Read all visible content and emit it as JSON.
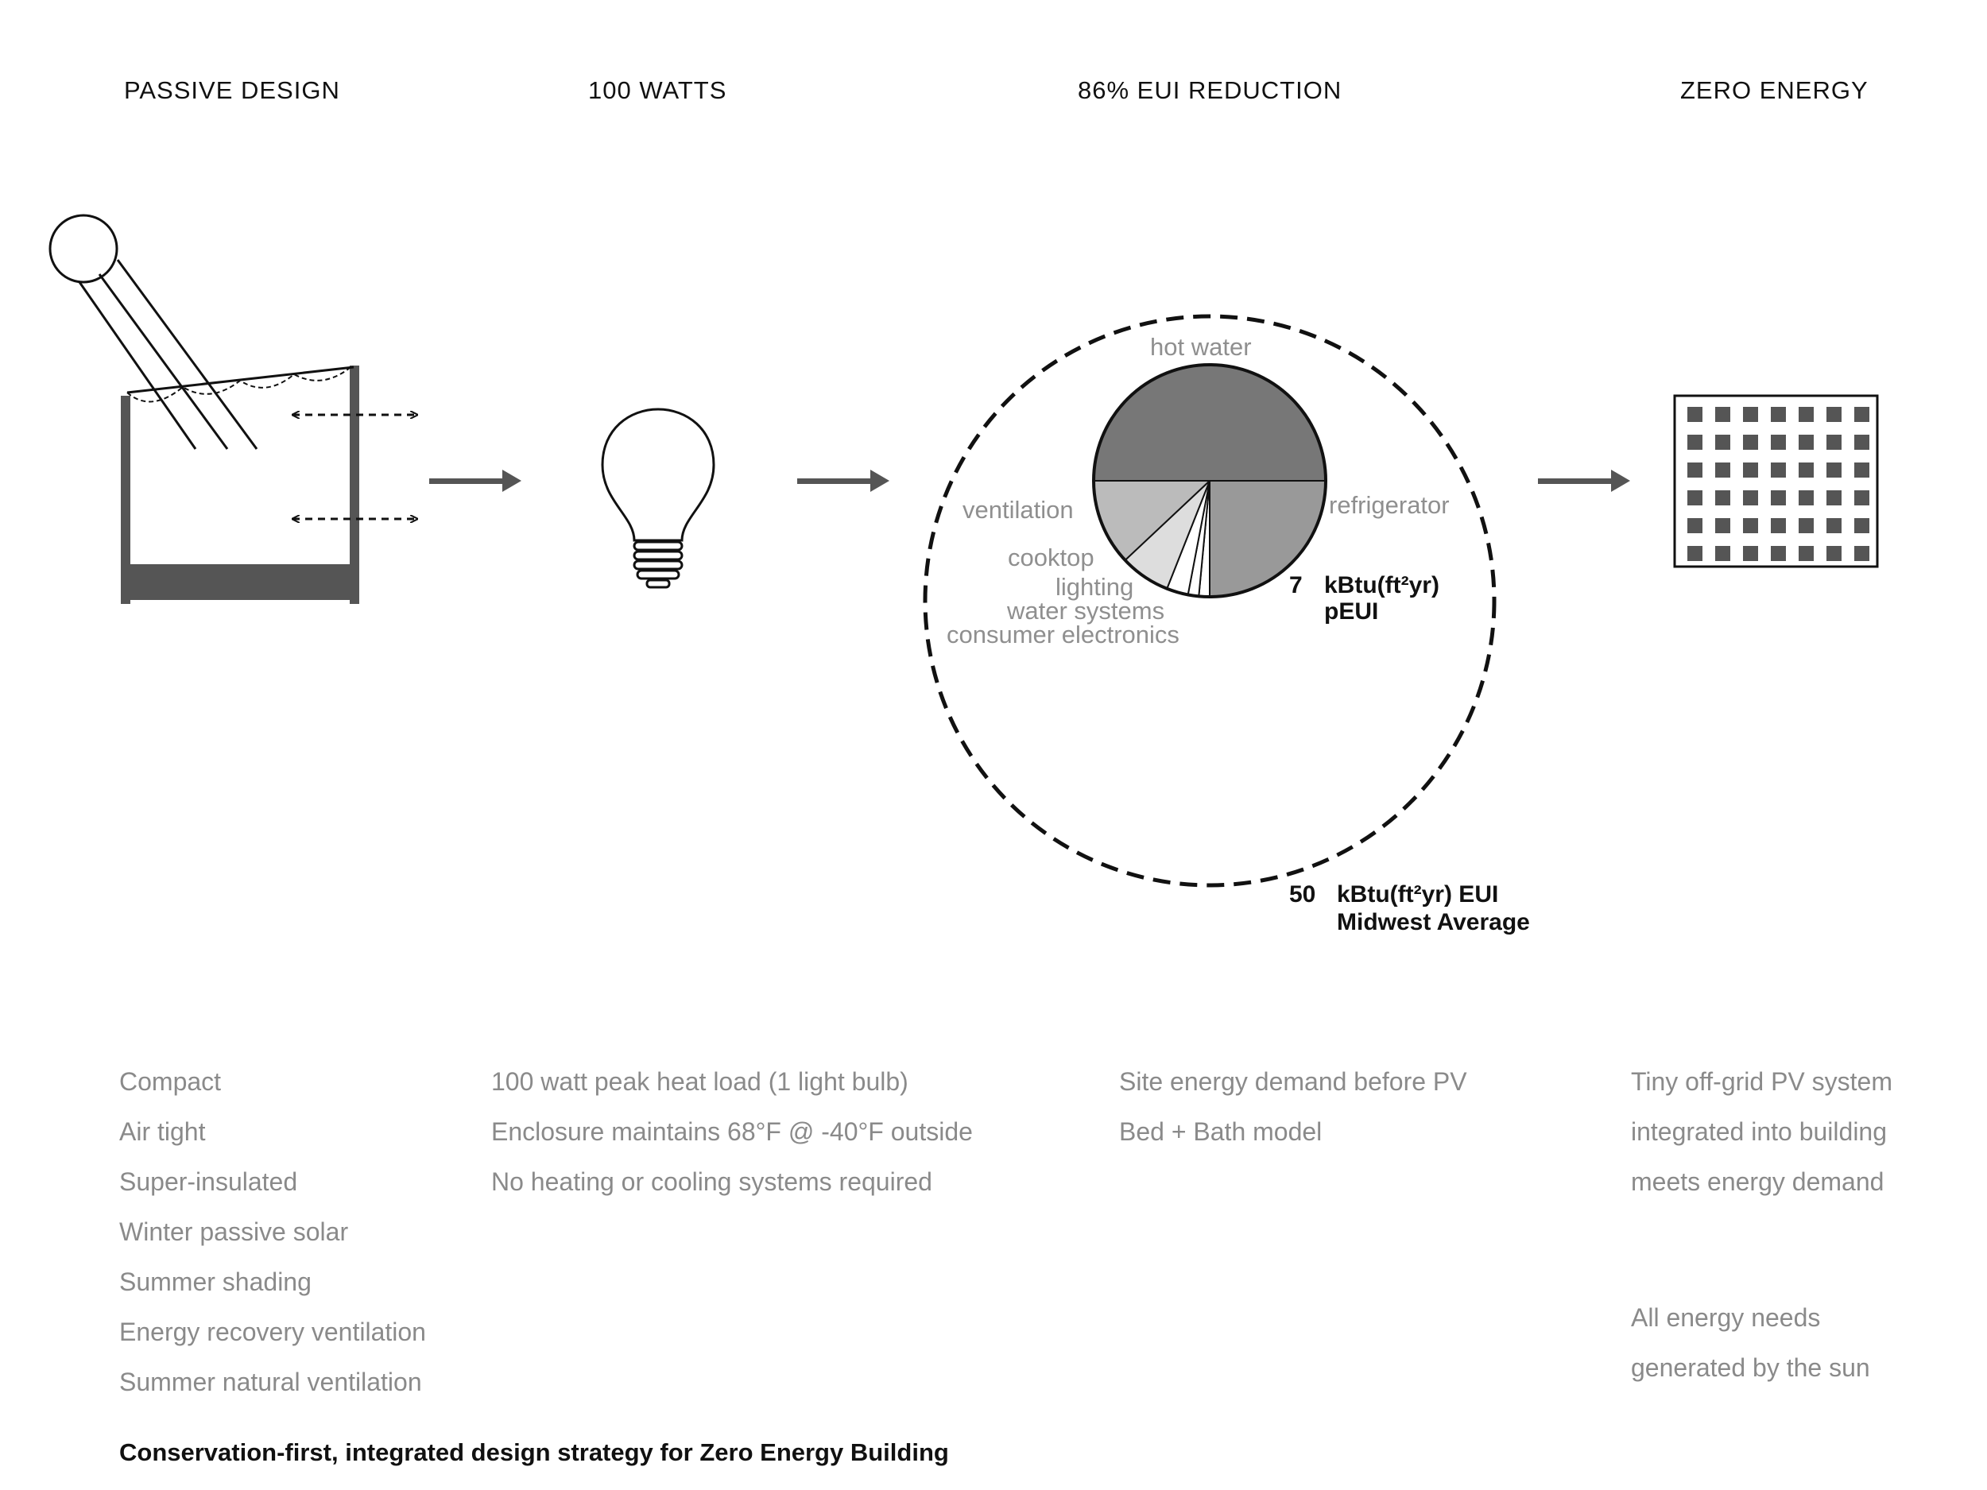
{
  "headings": {
    "passive": "PASSIVE DESIGN",
    "watts": "100 WATTS",
    "eui": "86% EUI REDUCTION",
    "zero": "ZERO ENERGY"
  },
  "pie_labels": {
    "hot_water": "hot water",
    "refrigerator": "refrigerator",
    "ventilation": "ventilation",
    "cooktop": "cooktop",
    "lighting": "lighting",
    "water_systems": "water systems",
    "consumer_electronics": "consumer electronics"
  },
  "peui": {
    "value": "7",
    "unit": "kBtu(ft²yr)",
    "label": "pEUI"
  },
  "midwest": {
    "value": "50",
    "unit": "kBtu(ft²yr) EUI",
    "label": "Midwest Average"
  },
  "columns": {
    "passive": [
      "Compact",
      "Air tight",
      "Super-insulated",
      "Winter passive solar",
      "Summer shading",
      "Energy recovery ventilation",
      "Summer natural ventilation"
    ],
    "watts": [
      "100 watt peak heat load (1 light bulb)",
      "Enclosure maintains 68°F @ -40°F outside",
      "No heating or cooling systems required"
    ],
    "eui": [
      "Site energy demand before PV",
      "Bed + Bath model"
    ],
    "zero_top": [
      "Tiny off-grid PV system",
      "integrated into building",
      "meets energy demand"
    ],
    "zero_bottom": [
      "All energy needs",
      "generated by the sun"
    ]
  },
  "footer": "Conservation-first, integrated design strategy for Zero Energy Building",
  "chart_data": {
    "type": "pie",
    "slices": [
      {
        "label": "hot water",
        "value": 50,
        "color": "#777777"
      },
      {
        "label": "refrigerator",
        "value": 25,
        "color": "#999999"
      },
      {
        "label": "consumer electronics",
        "value": 1.5,
        "color": "#ffffff"
      },
      {
        "label": "water systems",
        "value": 1.5,
        "color": "#ffffff"
      },
      {
        "label": "lighting",
        "value": 3,
        "color": "#ffffff"
      },
      {
        "label": "cooktop",
        "value": 7,
        "color": "#dddddd"
      },
      {
        "label": "ventilation",
        "value": 12,
        "color": "#bbbbbb"
      }
    ]
  }
}
